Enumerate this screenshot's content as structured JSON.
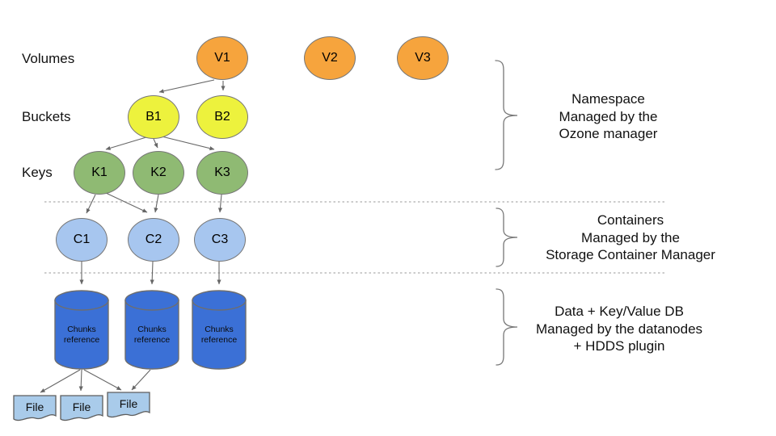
{
  "row_labels": {
    "volumes": "Volumes",
    "buckets": "Buckets",
    "keys": "Keys"
  },
  "nodes": {
    "v1": "V1",
    "v2": "V2",
    "v3": "V3",
    "b1": "B1",
    "b2": "B2",
    "k1": "K1",
    "k2": "K2",
    "k3": "K3",
    "c1": "C1",
    "c2": "C2",
    "c3": "C3"
  },
  "cylinders": [
    {
      "label": "Chunks reference"
    },
    {
      "label": "Chunks reference"
    },
    {
      "label": "Chunks reference"
    }
  ],
  "files": [
    {
      "label": "File"
    },
    {
      "label": "File"
    },
    {
      "label": "File"
    }
  ],
  "annotations": [
    {
      "lines": [
        "Namespace",
        "Managed by the",
        "Ozone manager"
      ]
    },
    {
      "lines": [
        "Containers",
        "Managed by the",
        "Storage Container Manager"
      ]
    },
    {
      "lines": [
        "Data + Key/Value DB",
        "Managed by the datanodes",
        "+ HDDS plugin"
      ]
    }
  ],
  "colors": {
    "volume_orange": "#F6A43D",
    "bucket_yellow": "#EDF23D",
    "key_green": "#8FBA73",
    "container_light_blue": "#A7C6EF",
    "datanode_blue": "#3B70D6",
    "file_light_blue": "#A9CBEA",
    "arrow_gray": "#666666",
    "separator_gray": "#ADADAD"
  }
}
